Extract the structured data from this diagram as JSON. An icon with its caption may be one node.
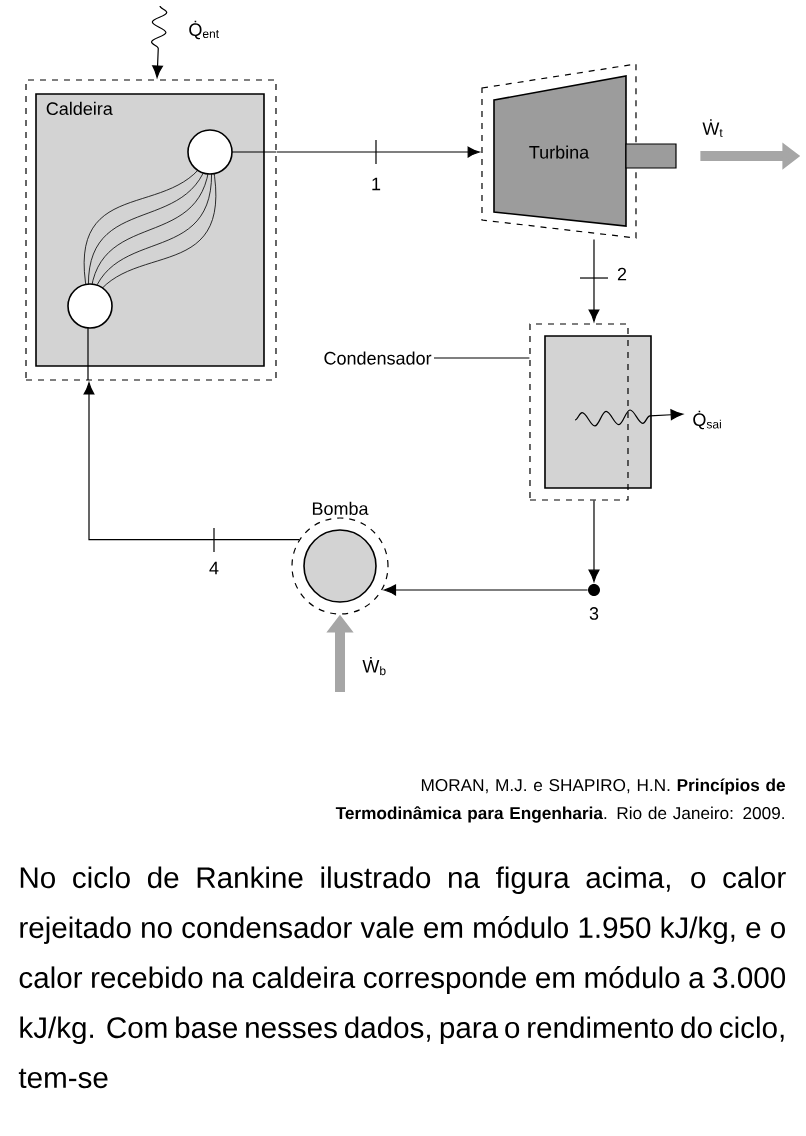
{
  "diagram": {
    "caption": "MORAN, M.J. e SHAPIRO, H.N. **Princípios de Termodinâmica para Engenharia**. Rio de Janeiro: 2009.",
    "nodes": [
      {
        "text": [
          "Caldeira"
        ]
      },
      {
        "text": [
          "Turbina"
        ]
      },
      {
        "text": [
          "Condensador"
        ]
      },
      {
        "text": [],
        "shape": "box"
      },
      {
        "text": [],
        "shape": "circle",
        "beside": [
          "3"
        ]
      },
      {
        "text": [
          "Bomba"
        ]
      }
    ],
    "edges": [
      {
        "from": 0,
        "to": 1,
        "arrow": "to",
        "label": "1"
      },
      {
        "from": 1,
        "to": 3,
        "arrow": "to",
        "label": "2"
      },
      {
        "from": 3,
        "to": 4,
        "arrow": "to"
      },
      {
        "from": 4,
        "to": 5,
        "arrow": "to"
      },
      {
        "from": 5,
        "to": 0,
        "arrow": "to",
        "label": "4"
      },
      {
        "from": null,
        "to": 0,
        "arrow": "to",
        "label": "Q̇$_{ent}$"
      },
      {
        "from": 1,
        "to": null,
        "arrow": "to",
        "label": "Ẇ$_{t}$",
        "style": "thick",
        "color": "#a6a6a6"
      },
      {
        "from": 3,
        "to": null,
        "arrow": "to",
        "label": "Q̇$_{sai}$"
      },
      {
        "from": null,
        "to": 5,
        "arrow": "to",
        "label": "Ẇ$_{b}$",
        "style": "thick",
        "color": "#a6a6a6"
      },
      {
        "from": 2,
        "to": 3,
        "arrow": "none"
      }
    ],
    "labels": [
      "No ciclo de Rankine ilustrado na figura acima, o calor rejeitado no condensador vale em módulo 1.950 kJ/kg, e o calor recebido na caldeira corresponde em módulo a 3.000 kJ/kg. Com base nesses dados, para o rendimento do ciclo, tem-se"
    ]
  }
}
